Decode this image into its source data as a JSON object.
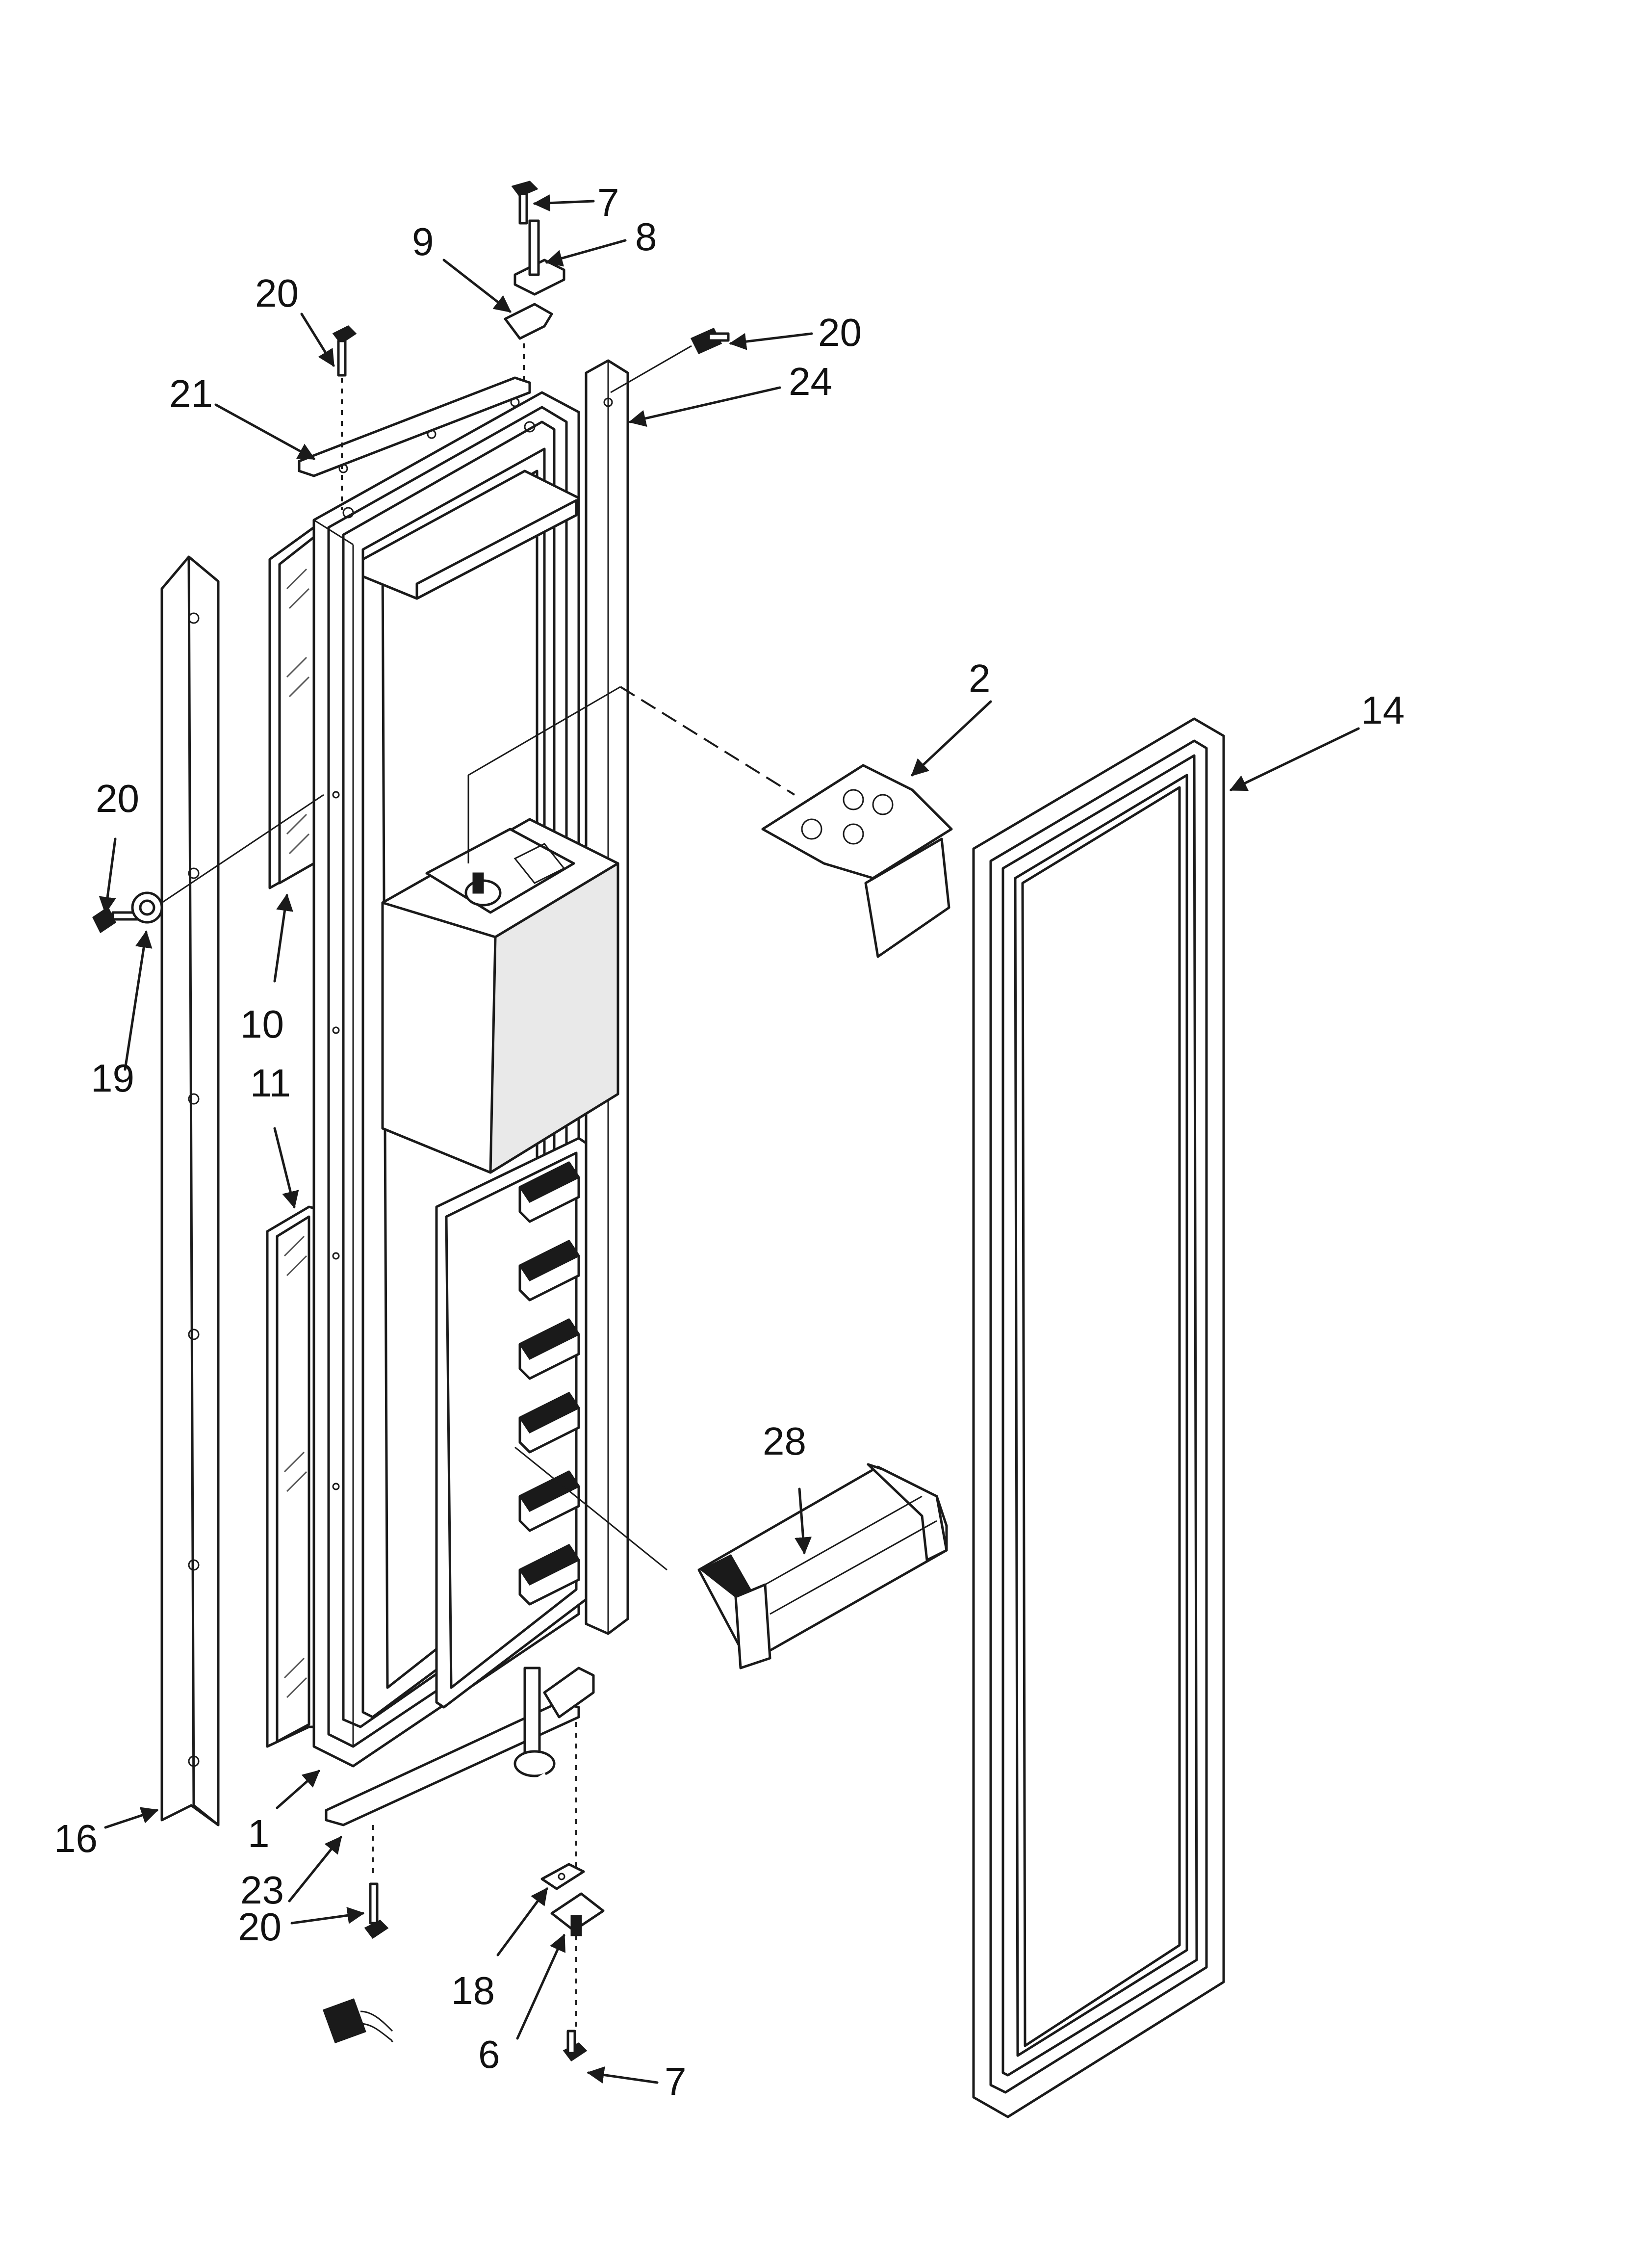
{
  "callouts": [
    {
      "id": "c7_top",
      "label": "7"
    },
    {
      "id": "c8",
      "label": "8"
    },
    {
      "id": "c9",
      "label": "9"
    },
    {
      "id": "c20_a",
      "label": "20"
    },
    {
      "id": "c20_b",
      "label": "20"
    },
    {
      "id": "c21",
      "label": "21"
    },
    {
      "id": "c24",
      "label": "24"
    },
    {
      "id": "c2",
      "label": "2"
    },
    {
      "id": "c14",
      "label": "14"
    },
    {
      "id": "c20_c",
      "label": "20"
    },
    {
      "id": "c10",
      "label": "10"
    },
    {
      "id": "c19",
      "label": "19"
    },
    {
      "id": "c11",
      "label": "11"
    },
    {
      "id": "c28",
      "label": "28"
    },
    {
      "id": "c16",
      "label": "16"
    },
    {
      "id": "c1",
      "label": "1"
    },
    {
      "id": "c23",
      "label": "23"
    },
    {
      "id": "c20_d",
      "label": "20"
    },
    {
      "id": "c18",
      "label": "18"
    },
    {
      "id": "c6",
      "label": "6"
    },
    {
      "id": "c7_bottom",
      "label": "7"
    }
  ]
}
